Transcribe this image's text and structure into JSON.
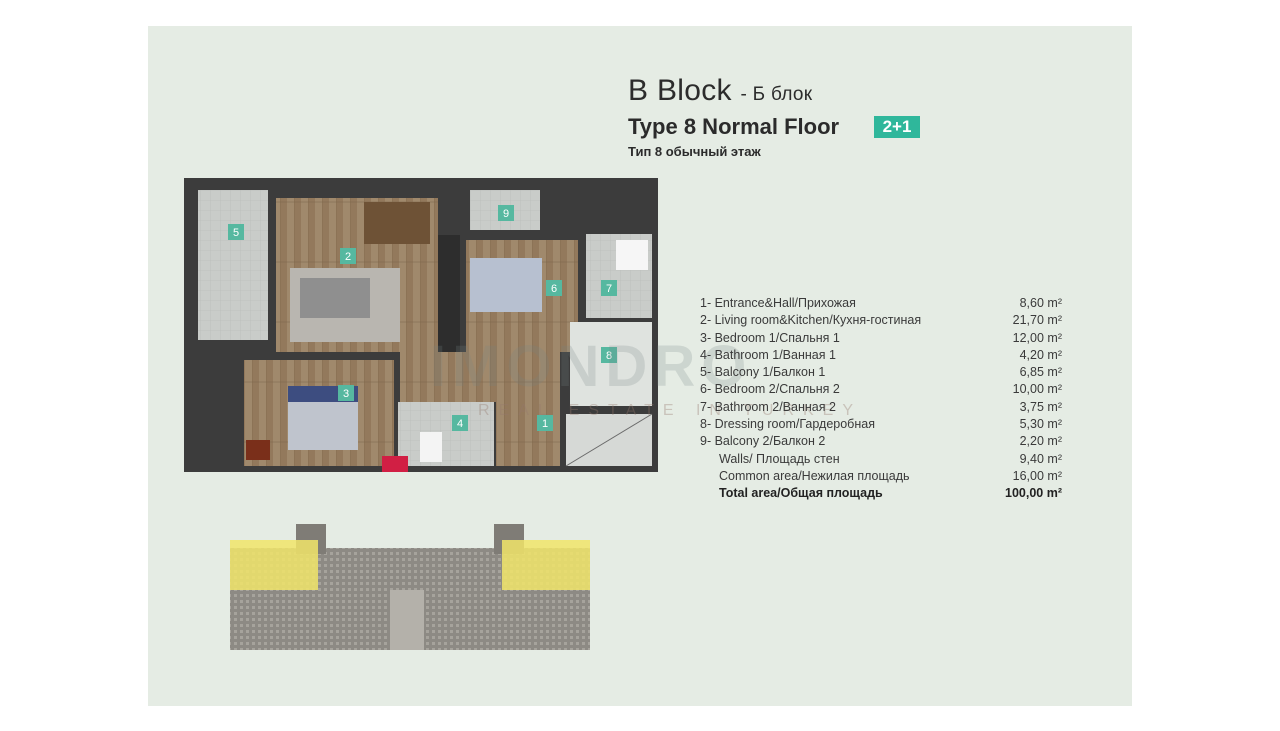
{
  "header": {
    "block_title": "B Block",
    "block_title_ru": "- Б блок",
    "type_title": "Type 8 Normal Floor",
    "badge": "2+1",
    "type_title_ru": "Тип 8 обычный этаж"
  },
  "rooms": [
    {
      "num": "1",
      "label": "Entrance&Hall/Прихожая",
      "area": "8,60 m²"
    },
    {
      "num": "2",
      "label": "Living room&Kitchen/Кухня-гостиная",
      "area": "21,70 m²"
    },
    {
      "num": "3",
      "label": "Bedroom 1/Спальня 1",
      "area": "12,00 m²"
    },
    {
      "num": "4",
      "label": "Bathroom 1/Ванная 1",
      "area": "4,20 m²"
    },
    {
      "num": "5",
      "label": "Balcony 1/Балкон 1",
      "area": "6,85 m²"
    },
    {
      "num": "6",
      "label": "Bedroom 2/Спальня 2",
      "area": "10,00 m²"
    },
    {
      "num": "7",
      "label": "Bathroom 2/Ванная 2",
      "area": "3,75 m²"
    },
    {
      "num": "8",
      "label": "Dressing room/Гардеробная",
      "area": "5,30 m²"
    },
    {
      "num": "9",
      "label": "Balcony 2/Балкон 2",
      "area": "2,20 m²"
    }
  ],
  "extra": [
    {
      "label": "Walls/ Площадь стен",
      "area": "9,40 m²"
    },
    {
      "label": "Common area/Нежилая площадь",
      "area": "16,00 m²"
    }
  ],
  "total": {
    "label": "Total area/Общая площадь",
    "area": "100,00 m²"
  },
  "watermark": {
    "main": "IMONDRO",
    "sub": "REAL ESTATE IN TURKEY"
  },
  "colors": {
    "background": "#e5ece4",
    "badge": "#2fb79b",
    "room_marker": "#56b8a0",
    "highlight": "#f1e56a"
  }
}
